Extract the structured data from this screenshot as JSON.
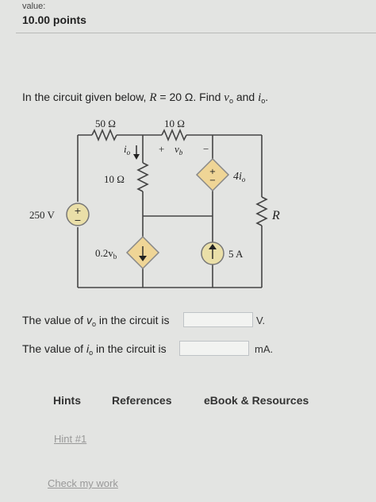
{
  "header": {
    "value_label": "value:",
    "points": "10.00 points"
  },
  "question": {
    "intro": "In the circuit given below, ",
    "r_var": "R",
    "r_value": " = 20 Ω. Find ",
    "vo": "v",
    "vo_sub": "o",
    "and": " and ",
    "io": "i",
    "io_sub": "o",
    "end": "."
  },
  "circuit": {
    "r1": "50 Ω",
    "r2": "10 Ω",
    "r3": "10 Ω",
    "io_label": "i",
    "io_label_sub": "o",
    "plus": "+",
    "minus": "−",
    "vb": "v",
    "vb_sub": "b",
    "source_v": "250 V",
    "dep_v_label": "4i",
    "dep_v_sub": "o",
    "r_label": "R",
    "dep_i_label": "0.2v",
    "dep_i_sub": "b",
    "i_source": "5 A"
  },
  "answers": {
    "vo_prefix": "The value of ",
    "vo_var": "v",
    "vo_sub": "o",
    "vo_suffix": " in the circuit is",
    "vo_value": "",
    "vo_unit": "V.",
    "io_prefix": "The value of ",
    "io_var": "i",
    "io_sub": "o",
    "io_suffix": " in the circuit is",
    "io_value": "",
    "io_unit": "mA."
  },
  "tabs": {
    "hints": "Hints",
    "references": "References",
    "ebook": "eBook & Resources"
  },
  "links": {
    "hint1": "Hint #1",
    "check": "Check my work"
  }
}
